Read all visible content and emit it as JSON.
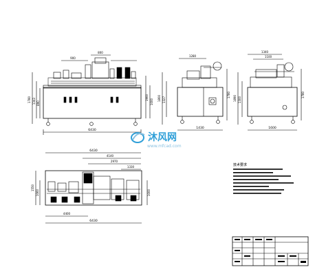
{
  "watermark": {
    "brand": "沐风网",
    "url": "www.mfcad.com",
    "color_primary": "#2f9fd8",
    "color_secondary": "#88c0e0"
  },
  "tech_requirements": {
    "heading": "技术要求"
  },
  "dims": {
    "front_width": "6430",
    "front_top": "900",
    "front_top2": "800",
    "front_left1": "1780",
    "front_left2": "1343",
    "front_left3": "890",
    "front_right": "1900",
    "front_right2": "1000",
    "side_width": "1430",
    "side_top": "1280",
    "side_left1": "1800",
    "side_left2": "1327",
    "side_right": "1780",
    "end_width": "1600",
    "end_top": "1340",
    "end_top2": "1100",
    "end_left": "1890",
    "end_left2": "1300",
    "end_right": "1780",
    "plan_top": "6430",
    "plan_top2": "4140",
    "plan_top3": "2970",
    "plan_top4": "1330",
    "plan_left1": "1550",
    "plan_left2": "1060",
    "plan_right": "1000",
    "plan_bottom1": "4400",
    "plan_bottom2": "6430"
  }
}
